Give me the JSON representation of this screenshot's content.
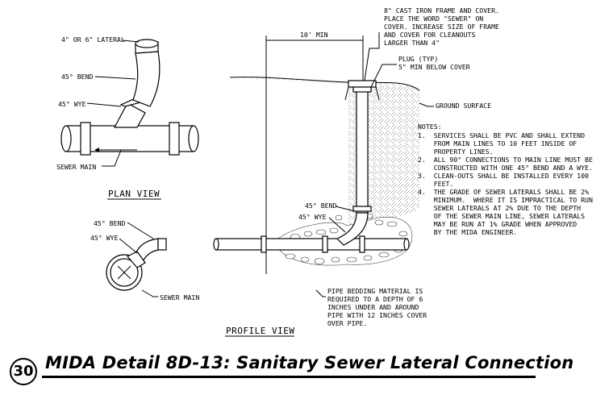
{
  "plan_view": {
    "label": "PLAN VIEW",
    "callout_lateral": "4\" OR 6\" LATERAL",
    "callout_bend": "45° BEND",
    "callout_wye": "45° WYE",
    "callout_main": "SEWER MAIN"
  },
  "profile_view": {
    "label": "PROFILE VIEW",
    "callout_bend_left": "45° BEND",
    "callout_wye_left": "45° WYE",
    "callout_sewer_main": "SEWER MAIN",
    "callout_bend_right": "45° BEND",
    "callout_wye_right": "45° WYE",
    "dimension": "10' MIN",
    "frame_note": [
      "8\" CAST IRON FRAME AND COVER.",
      "PLACE THE WORD \"SEWER\" ON",
      "COVER. INCREASE SIZE OF FRAME",
      "AND COVER FOR CLEANOUTS",
      "LARGER THAN 4\""
    ],
    "plug_note": [
      "PLUG (TYP)",
      "5\" MIN BELOW COVER"
    ],
    "ground_surface": "GROUND SURFACE",
    "bedding_note": [
      "PIPE BEDDING MATERIAL IS",
      "REQUIRED TO A DEPTH OF 6",
      "INCHES UNDER AND AROUND",
      "PIPE WITH 12 INCHES COVER",
      "OVER PIPE."
    ]
  },
  "notes": {
    "heading": "NOTES:",
    "lines": [
      "1.  SERVICES SHALL BE PVC AND SHALL EXTEND",
      "    FROM MAIN LINES TO 10 FEET INSIDE OF",
      "    PROPERTY LINES.",
      "2.  ALL 90° CONNECTIONS TO MAIN LINE MUST BE",
      "    CONSTRUCTED WITH ONE 45° BEND AND A WYE.",
      "3.  CLEAN-OUTS SHALL BE INSTALLED EVERY 100",
      "    FEET.",
      "4.  THE GRADE OF SEWER LATERALS SHALL BE 2%",
      "    MINIMUM.  WHERE IT IS IMPRACTICAL TO RUN",
      "    SEWER LATERALS AT 2% DUE TO THE DEPTH",
      "    OF THE SEWER MAIN LINE, SEWER LATERALS",
      "    MAY BE RUN AT 1% GRADE WHEN APPROVED",
      "    BY THE MIDA ENGINEER."
    ]
  },
  "title_block": {
    "number": "30",
    "title": "MIDA Detail 8D-13: Sanitary Sewer Lateral Connection"
  }
}
